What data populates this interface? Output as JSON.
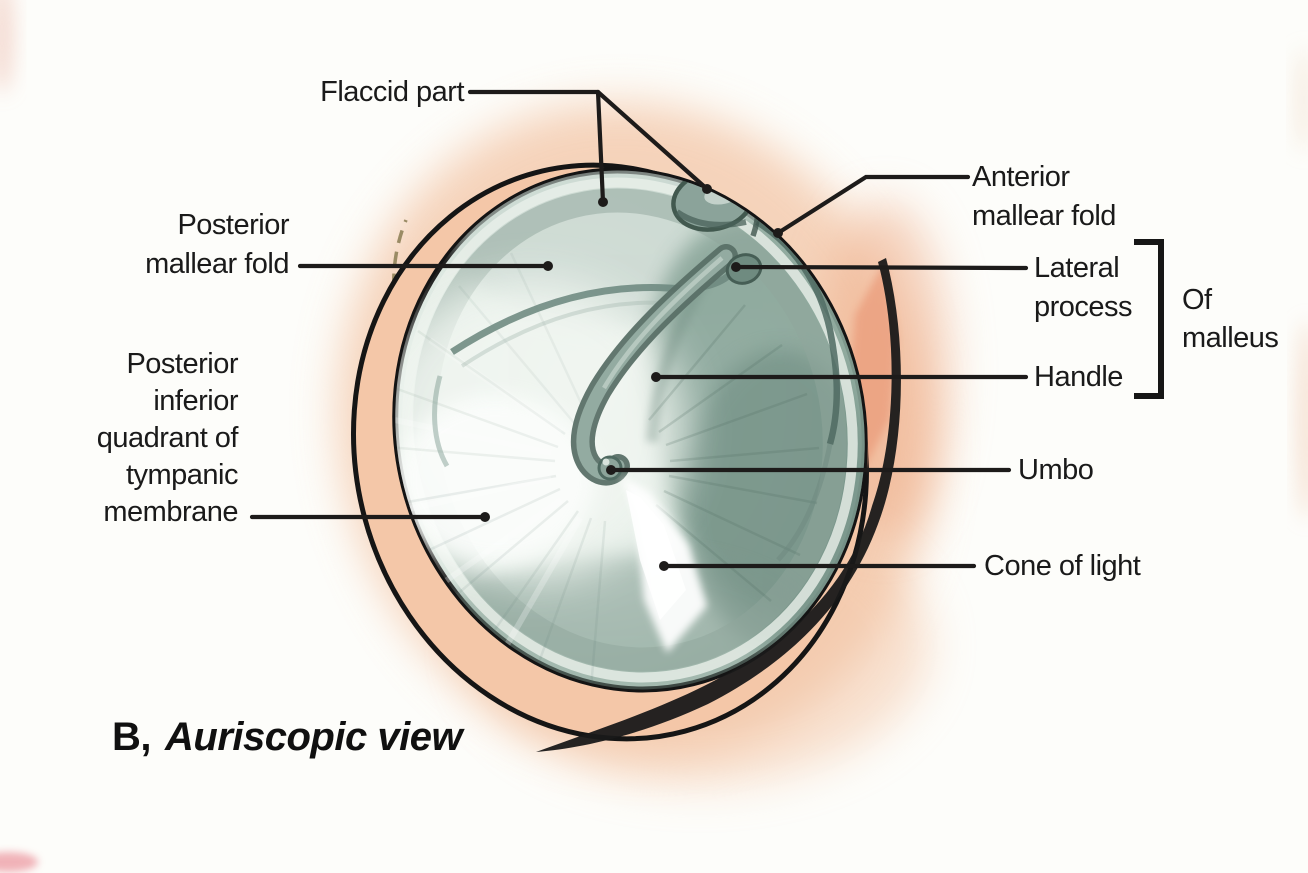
{
  "figure": {
    "caption": {
      "prefix": "B,",
      "title": "Auriscopic view"
    },
    "labels": {
      "flaccid_part": "Flaccid part",
      "posterior_mallear_fold": "Posterior\nmallear fold",
      "posterior_inferior_quadrant": "Posterior\ninferior\nquadrant of\ntympanic\nmembrane",
      "anterior_mallear_fold": "Anterior\nmallear fold",
      "lateral_process": "Lateral\nprocess",
      "of_malleus": "Of\nmalleus",
      "handle": "Handle",
      "umbo": "Umbo",
      "cone_of_light": "Cone of light"
    },
    "colors": {
      "background": "#fdfdfa",
      "skin_halo": "#f3c5a5",
      "deep_salmon": "#eb9f7e",
      "membrane_light": "#e7efe9",
      "membrane_teal": "#8aa69a",
      "malleus_teal": "#5a7067",
      "outline_black": "#161616",
      "label_text": "#1a1a1a",
      "cone_highlight": "#ffffff"
    }
  }
}
